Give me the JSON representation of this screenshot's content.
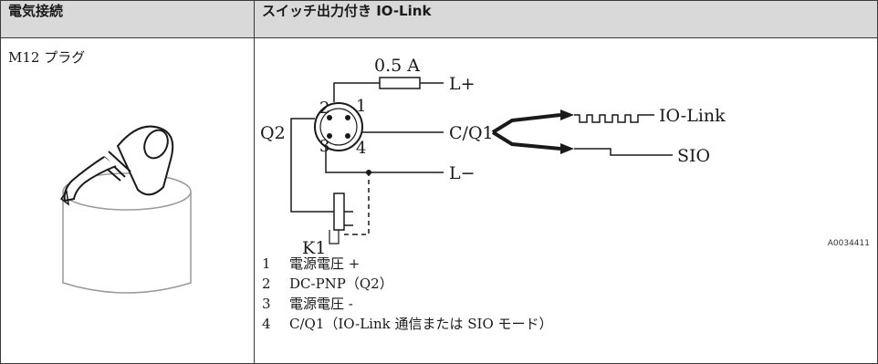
{
  "table": {
    "header_left": "電気接続",
    "header_right": "スイッチ出力付き IO-Link"
  },
  "plug": {
    "label": "M12 プラグ"
  },
  "diagram": {
    "fuse_label": "0.5 A",
    "pin_1": "1",
    "pin_2": "2",
    "pin_3": "3",
    "pin_4": "4",
    "q2": "Q2",
    "l_plus": "L+",
    "cq1": "C/Q1",
    "l_minus": "L−",
    "k1": "K1",
    "io_link": "IO-Link",
    "sio": "SIO",
    "ref_id": "A0034411"
  },
  "legend": [
    {
      "num": "1",
      "text": "電源電圧 +"
    },
    {
      "num": "2",
      "text": "DC-PNP（Q2）"
    },
    {
      "num": "3",
      "text": "電源電圧 -"
    },
    {
      "num": "4",
      "text": "C/Q1（IO-Link 通信または SIO モード）"
    }
  ]
}
